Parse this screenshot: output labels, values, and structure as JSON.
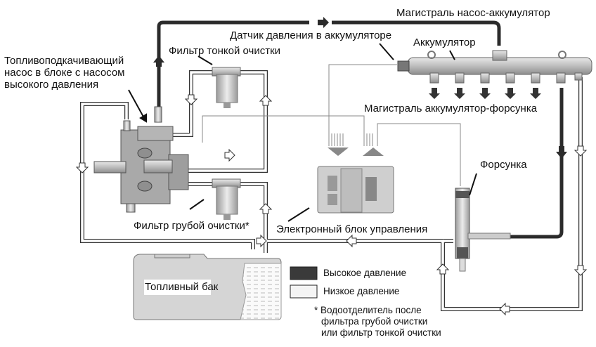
{
  "labels": {
    "pump": [
      "Топливоподкачивающий",
      "насос в блоке с насосом",
      "высокого давления"
    ],
    "fine_filter": "Фильтр тонкой очистки",
    "pump_rail_line": "Магистраль насос-аккумулятор",
    "pressure_sensor": "Датчик давления в аккумуляторе",
    "rail": "Аккумулятор",
    "rail_injector_line": "Магистраль аккумулятор-форсунка",
    "injector": "Форсунка",
    "coarse_filter": "Фильтр грубой очистки*",
    "ecu": "Электронный блок управления",
    "tank": "Топливный бак"
  },
  "legend": {
    "high_pressure": {
      "label": "Высокое давление",
      "color": "#3a3a3a"
    },
    "low_pressure": {
      "label": "Низкое давление",
      "color": "#f4f4f4"
    },
    "footnote": [
      "* Водоотделитель после",
      "фильтра грубой очистки",
      "или фильтр тонкой очистки"
    ]
  },
  "colors": {
    "high_line": "#2b2b2b",
    "component": "#b9b9b9",
    "signal_line": "#8a8a8a"
  }
}
